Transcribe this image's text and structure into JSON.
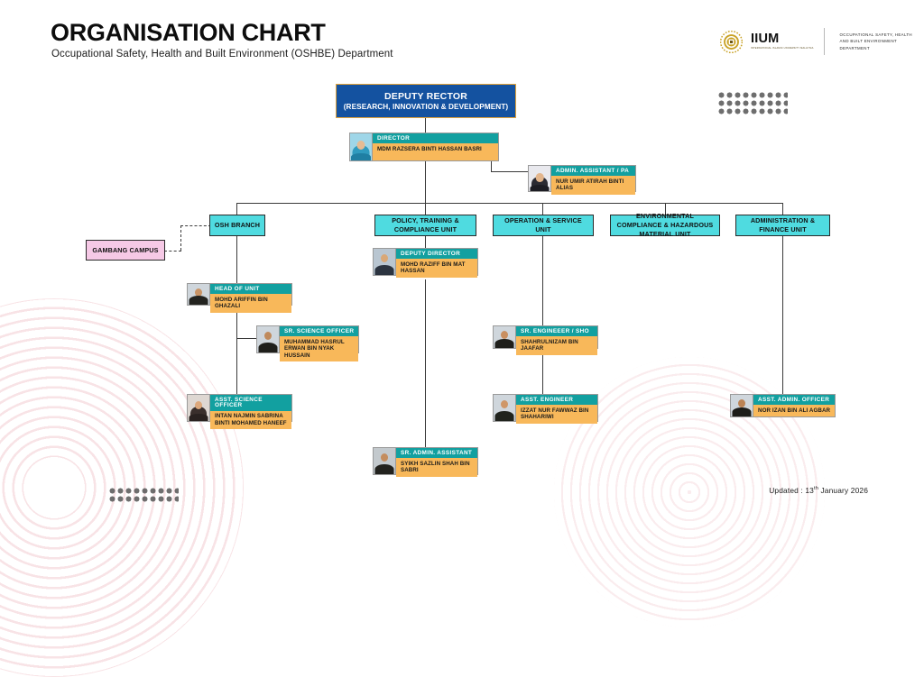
{
  "header": {
    "title": "ORGANISATION CHART",
    "subtitle": "Occupational Safety, Health and Built Environment (OSHBE) Department",
    "brand_mark": "IIUM",
    "brand_mark_sub": "INTERNATIONAL ISLAMIC UNIVERSITY MALAYSIA",
    "brand_department": "OCCUPATIONAL SAFETY, HEALTH AND BUILT ENVIRONMENT DEPARTMENT"
  },
  "root": {
    "title": "DEPUTY RECTOR",
    "subtitle": "(RESEARCH, INNOVATION & DEVELOPMENT)"
  },
  "leadership": [
    {
      "role": "DIRECTOR",
      "name": "MDM RAZSERA BINTI HASSAN BASRI"
    },
    {
      "role": "ADMIN. ASSISTANT / PA",
      "name": "NUR UMIR ATIRAH BINTI ALIAS"
    }
  ],
  "side_box": {
    "label": "GAMBANG CAMPUS"
  },
  "units": [
    {
      "label": "OSH BRANCH"
    },
    {
      "label": "POLICY, TRAINING & COMPLIANCE UNIT"
    },
    {
      "label": "OPERATION & SERVICE UNIT"
    },
    {
      "label": "ENVIRONMENTAL COMPLIANCE & HAZARDOUS MATERIAL UNIT"
    },
    {
      "label": "ADMINISTRATION & FINANCE UNIT"
    }
  ],
  "staff": [
    {
      "role": "HEAD OF UNIT",
      "name": "MOHD ARIFFIN BIN GHAZALI"
    },
    {
      "role": "SR. SCIENCE OFFICER",
      "name": "MUHAMMAD HASRUL ERWAN BIN NYAK HUSSAIN"
    },
    {
      "role": "ASST. SCIENCE OFFICER",
      "name": "INTAN NAJMIN SABRINA BINTI MOHAMED HANEEF"
    },
    {
      "role": "DEPUTY DIRECTOR",
      "name": "MOHD RAZIFF BIN MAT HASSAN"
    },
    {
      "role": "SR. ADMIN. ASSISTANT",
      "name": "SYIKH SAZLIN SHAH BIN SABRI"
    },
    {
      "role": "SR. ENGINEEER / SHO",
      "name": "SHAHRULNIZAM BIN JAAFAR"
    },
    {
      "role": "ASST. ENGINEER",
      "name": "IZZAT NUR FAWWAZ BIN SHAHARIWI"
    },
    {
      "role": "ASST. ADMIN. OFFICER",
      "name": "NOR IZAN BIN ALI AGBAR"
    }
  ],
  "footer": {
    "updated_prefix": "Updated : 13",
    "updated_ordinal": "th",
    "updated_suffix": " January 2026"
  },
  "colors": {
    "root_box": "#1452a0",
    "root_border": "#e0a23a",
    "unit_box": "#4fdbe0",
    "pink_box": "#f6c9e6",
    "role_bar": "#12a0a0",
    "name_bar": "#f8b85a",
    "connector": "#3a3a3a"
  }
}
